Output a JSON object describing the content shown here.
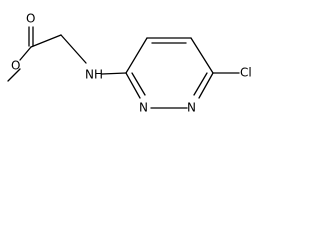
{
  "molecule": {
    "colors": {
      "bond": "#000000",
      "text": "#000000",
      "background": "#ffffff"
    },
    "atoms": {
      "carbonyl_oxygen": "O",
      "ester_oxygen": "O",
      "amine": "NH",
      "chlorine": "Cl",
      "ring_nitrogen_1": "N",
      "ring_nitrogen_2": "N"
    }
  }
}
